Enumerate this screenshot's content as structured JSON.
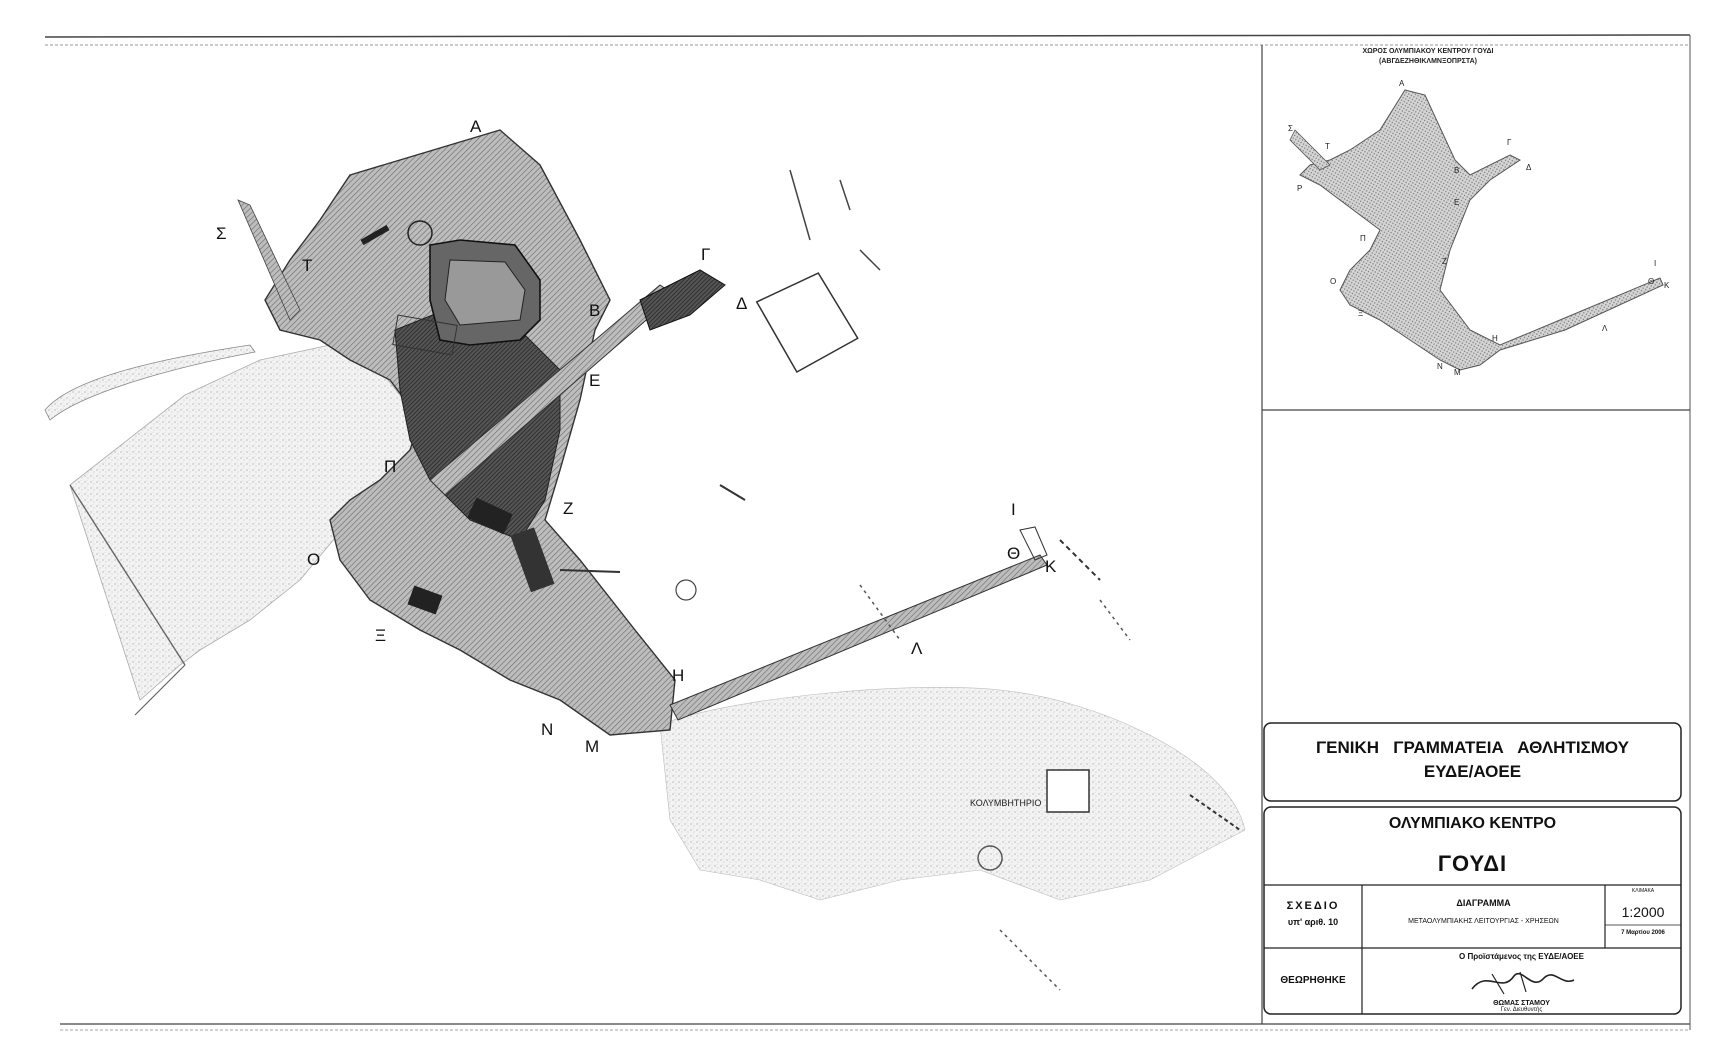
{
  "map": {
    "point_labels": {
      "A": "Α",
      "B": "Β",
      "G": "Γ",
      "D": "Δ",
      "E": "Ε",
      "Z": "Ζ",
      "H": "Η",
      "TH": "Θ",
      "I": "Ι",
      "K": "Κ",
      "L": "Λ",
      "M": "Μ",
      "N": "Ν",
      "X": "Ξ",
      "O": "Ο",
      "P": "Π",
      "S": "Σ",
      "T": "Τ"
    },
    "cemetery_label": "ΚΟΛΥΜΒΗΤΗΡΙΟ"
  },
  "inset": {
    "title_line1": "ΧΩΡΟΣ ΟΛΥΜΠΙΑΚΟΥ ΚΕΝΤΡΟΥ ΓΟΥΔΙ",
    "title_line2": "(ΑΒΓΔΕΖΗΘΙΚΛΜΝΞΟΠΡΣΤΑ)",
    "labels": {
      "A": "Α",
      "B": "Β",
      "G": "Γ",
      "D": "Δ",
      "E": "Ε",
      "Z": "Ζ",
      "H": "Η",
      "I": "Ι",
      "K": "Κ",
      "L": "Λ",
      "M": "Μ",
      "N": "Ν",
      "X": "Ξ",
      "O": "Ο",
      "P": "Π",
      "R": "Ρ",
      "S": "Σ",
      "T": "Τ",
      "TH": "Θ"
    }
  },
  "title_block": {
    "authority_line1": "ΓΕΝΙΚΗ   ΓΡΑΜΜΑΤΕΙΑ   ΑΘΛΗΤΙΣΜΟΥ",
    "authority_line2": "ΕΥΔΕ/ΑΟΕΕ",
    "project_line1": "ΟΛΥΜΠΙΑΚΟ ΚΕΝΤΡΟ",
    "project_line2": "ΓΟΥΔΙ",
    "drawing_label": "ΣΧΕΔΙΟ",
    "drawing_number": "υπ' αριθ. 10",
    "drawing_title": "ΔΙΑΓΡΑΜΜΑ",
    "drawing_subtitle": "ΜΕΤΑΟΛΥΜΠΙΑΚΗΣ ΛΕΙΤΟΥΡΓΙΑΣ - ΧΡΗΣΕΩΝ",
    "scale_header": "ΚΛΙΜΑΚΑ",
    "scale": "1:2000",
    "date": "7 Μαρτίου 2006",
    "reviewed_label": "ΘΕΩΡΗΘΗΚΕ",
    "signatory_role": "Ο Προϊστάμενος της ΕΥΔΕ/ΑΟΕΕ",
    "signatory_name": "ΘΩΜΑΣ ΣΤΑΜΟΥ",
    "signatory_title": "Γεν. Διευθυντής"
  }
}
